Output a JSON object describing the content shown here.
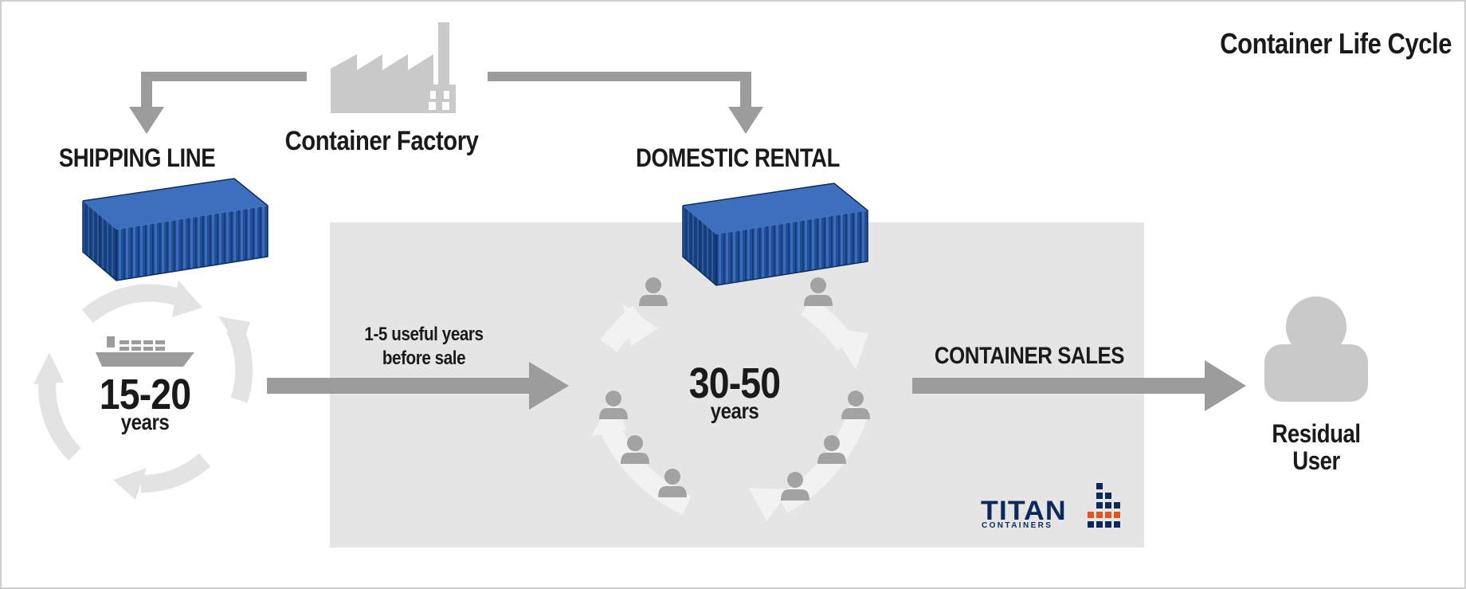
{
  "title": "Container Life Cycle",
  "nodes": {
    "factory": {
      "label": "Container Factory",
      "icon": "factory-icon"
    },
    "shipping_line": {
      "label": "SHIPPING LINE",
      "years": "15-20",
      "years_unit": "years",
      "icon": "ship-icon"
    },
    "domestic_rental": {
      "label": "DOMESTIC RENTAL",
      "years": "30-50",
      "years_unit": "years"
    },
    "residual_user": {
      "label_line1": "Residual",
      "label_line2": "User",
      "icon": "user-icon"
    }
  },
  "edges": {
    "transfer": {
      "line1": "1-5 useful years",
      "line2": "before sale"
    },
    "sales": {
      "label": "CONTAINER SALES"
    }
  },
  "logo": {
    "name": "TITAN",
    "sub": "CONTAINERS"
  },
  "colors": {
    "arrow_gray": "#9c9c9c",
    "cycle_gray": "#e3e3e3",
    "panel_gray": "#e5e5e5",
    "container_blue": "#1f4f98",
    "person_gray": "#a3a3a3",
    "logo_navy": "#0b2a5b",
    "logo_orange": "#e2561e"
  }
}
